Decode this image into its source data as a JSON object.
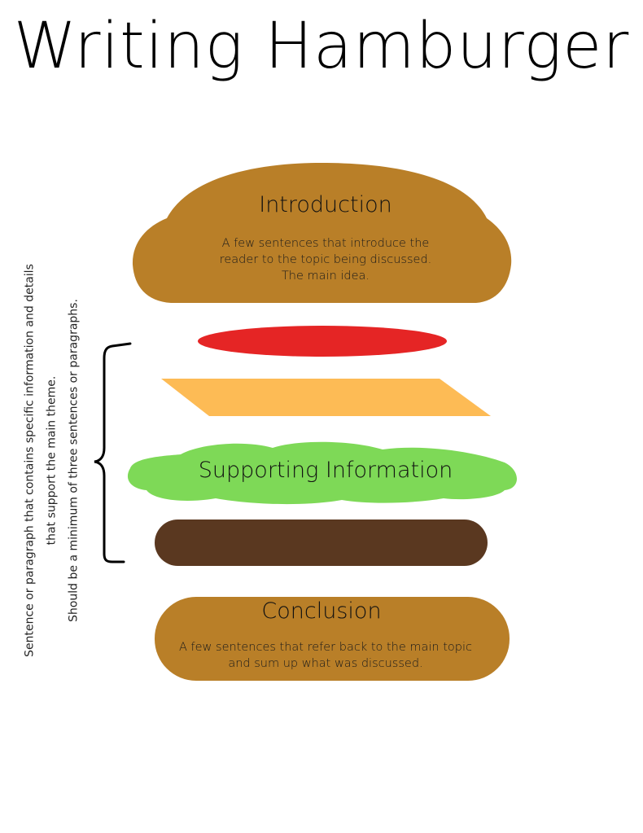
{
  "title": "Writing Hamburger",
  "introduction": {
    "heading": "Introduction",
    "lines": [
      "A few sentences that introduce the",
      "reader to the topic being discussed.",
      "The main idea."
    ]
  },
  "supporting": {
    "heading": "Supporting Information"
  },
  "conclusion": {
    "heading": "Conclusion",
    "lines": [
      "A few sentences that refer back to the main topic",
      "and sum up what was discussed."
    ]
  },
  "side_note": {
    "line1": "Sentence or paragraph that contains specific information and details",
    "line2": "that support the main theme.",
    "line3": "Should be a minimum of three sentences or paragraphs."
  },
  "colors": {
    "bun": "#b97f28",
    "tomato": "#e52525",
    "cheese": "#fdbb55",
    "lettuce": "#7ed957",
    "patty": "#5a3820",
    "bracket": "#000000"
  }
}
